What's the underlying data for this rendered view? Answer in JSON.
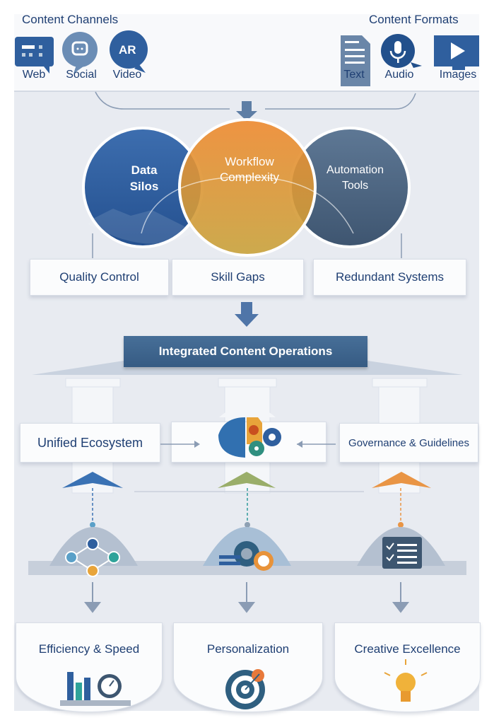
{
  "header": {
    "channels_title": "Content Channels",
    "formats_title": "Content Formats",
    "channels": [
      {
        "label": "Web",
        "icon": "web-chat-icon"
      },
      {
        "label": "Social",
        "icon": "social-chat-icon"
      },
      {
        "label": "Video",
        "icon": "ar-chat-icon",
        "glyph": "AR"
      }
    ],
    "formats": [
      {
        "label": "Text",
        "icon": "document-icon"
      },
      {
        "label": "Audio",
        "icon": "microphone-icon"
      },
      {
        "label": "Images",
        "icon": "play-screen-icon"
      }
    ]
  },
  "venn": [
    {
      "label": "Data Silos",
      "color": "#2f5f9e"
    },
    {
      "label": "Workflow Complexity",
      "color": "#e98a35"
    },
    {
      "label": "Automation Tools",
      "color": "#4d6a86"
    }
  ],
  "challenges": [
    "Quality Control",
    "Skill Gaps",
    "Redundant Systems"
  ],
  "banner": "Integrated Content Operations",
  "pillars": {
    "left": "Unified Ecosystem",
    "right": "Governance & Guidelines",
    "center_icon": "brain-gears-icon"
  },
  "outcomes": [
    {
      "label": "Efficiency & Speed",
      "icon": "bar-chart-gauge-icon"
    },
    {
      "label": "Personalization",
      "icon": "target-icon"
    },
    {
      "label": "Creative Excellence",
      "icon": "lightbulb-icon"
    }
  ]
}
